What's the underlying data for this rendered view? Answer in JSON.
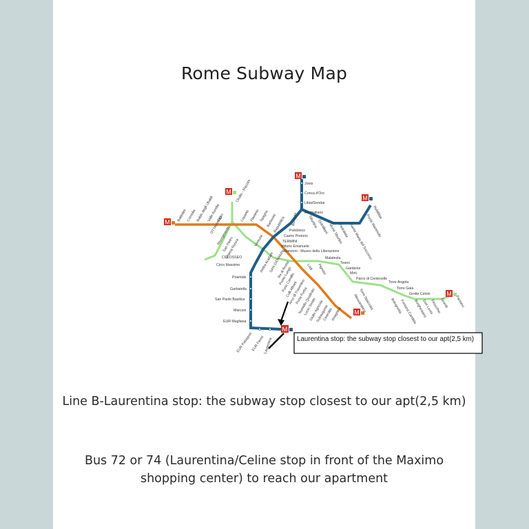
{
  "title": "Rome Subway Map",
  "map": {
    "callout": "Laurentina stop: the subway stop closest to our apt(2,5 km)",
    "line_colors": {
      "line_a": "#e07b1a",
      "line_b": "#1d5f8a",
      "line_c": "#9ee08a",
      "terminal": "#d62a1e"
    },
    "terminal_icon_letter": "M",
    "stations": {
      "jonio": "Jonio",
      "conca_doro": "Conca d'Oro",
      "libia": "Libia/Gondar",
      "annibaliano": "Annibaliano",
      "rebibbia": "Rebibbia",
      "ponte_mammolo": "Ponte Mammolo",
      "santa_maria": "Santa Maria del Soccorso",
      "pietralata": "Pietralata",
      "monti_tiburtini": "Monti Tiburtini",
      "quintiliani": "Quintiliani",
      "tiburtina": "Tiburtina",
      "bologna": "Bologna",
      "policlinico": "Policlinico",
      "castro_pretorio": "Castro Pretorio",
      "termini": "TERMINI",
      "vittorio": "Vittorio Emanuele",
      "manzoni": "Manzoni - Museo della Liberazione",
      "malatesta": "Malatesta",
      "teano": "Teano",
      "gardenie": "Gardenie",
      "mirti": "Mirti",
      "parco_centocelle": "Parco di Centocelle",
      "torre_angela": "Torre Angela",
      "torre_gaia": "Torre Gaia",
      "grotte_celoni": "Grotte Celoni",
      "pantano": "Pantano",
      "lodi": "Lodi",
      "pigneto": "Pigneto",
      "colosseo": "COLOSSEO",
      "circo_massimo": "Circo Massimo",
      "piramide": "Piramide",
      "garbatella": "Garbatella",
      "san_paolo": "San Paolo Basilica",
      "marconi": "Marconi",
      "eur_magliana": "EUR Magliana",
      "eur_palasport": "EUR Palasport",
      "eur_fermi": "EUR Fermi",
      "laurentina": "Laurentina",
      "battistini": "Battistini",
      "cornelia": "Cornelia",
      "baldo": "Baldo degli Ubaldi",
      "valle_aurelia": "Valle Aurelia",
      "cipro": "Cipro",
      "ottaviano": "OTTAVIANO",
      "lepanto": "Lepanto",
      "flaminio": "Flaminio",
      "spagna": "Spagna",
      "barberini": "Barberini",
      "repubblica": "Repubblica",
      "san_giovanni": "SAN GIOVANNI",
      "re_di_roma": "Re di Roma",
      "ponte_lungo": "Ponte Lungo",
      "furio_camillo": "Furio Camillo",
      "colli_albani": "Colli Albani",
      "arco_travertino": "Arco di Travertino",
      "porta_furba": "Porta Furba",
      "numidio": "Numidio Quadrato",
      "lucio_sestio": "Lucio Sestio",
      "giulio_agricola": "Giulio Agricola",
      "subaugusta": "Subaugusta",
      "cinecitta": "Cinecittà",
      "anagnina": "Anagnina",
      "risorgimento": "Risorgimento",
      "san_pietro": "San Pietro",
      "chiesa_nuova": "Chiesa Nuova",
      "venezia": "Venezia",
      "amba_aradam": "Amba Aradam",
      "lodi2": "Lodi",
      "clodio": "Clodio - Mazzini",
      "torre_spaccata": "Torre Spaccata",
      "alessandrino": "Alessandrino",
      "borghesiana": "Borghesiana",
      "due_leoni": "Due Leoni",
      "finocchio": "Finocchio",
      "graniti": "Graniti",
      "fontana_candida": "Fontana Candida",
      "bolognetta": "Bolognetta"
    }
  },
  "caption_line": "Line B-Laurentina stop: the subway stop closest to our apt(2,5 km)",
  "caption_bus_1": "Bus 72 or 74 (Laurentina/Celine stop in front of the Maximo",
  "caption_bus_2": "shopping center) to reach our apartment"
}
